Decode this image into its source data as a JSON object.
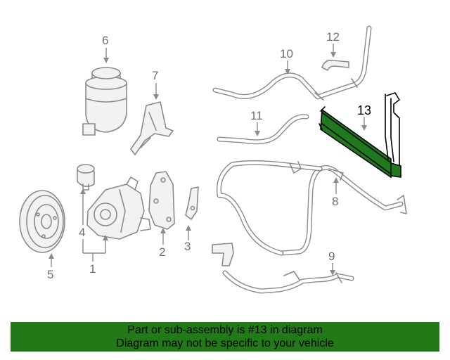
{
  "callouts": {
    "c1": "1",
    "c2": "2",
    "c3": "3",
    "c4": "4",
    "c5": "5",
    "c6": "6",
    "c7": "7",
    "c8": "8",
    "c9": "9",
    "c10": "10",
    "c11": "11",
    "c12": "12",
    "c13": "13"
  },
  "banner": {
    "line1": "Part or sub-assembly is #13 in diagram",
    "line2": "Diagram may not be specific to your vehicle"
  },
  "colors": {
    "highlight": "#217a17",
    "line_art": "#8a8a8a",
    "callout_text": "#6f6f6f"
  }
}
